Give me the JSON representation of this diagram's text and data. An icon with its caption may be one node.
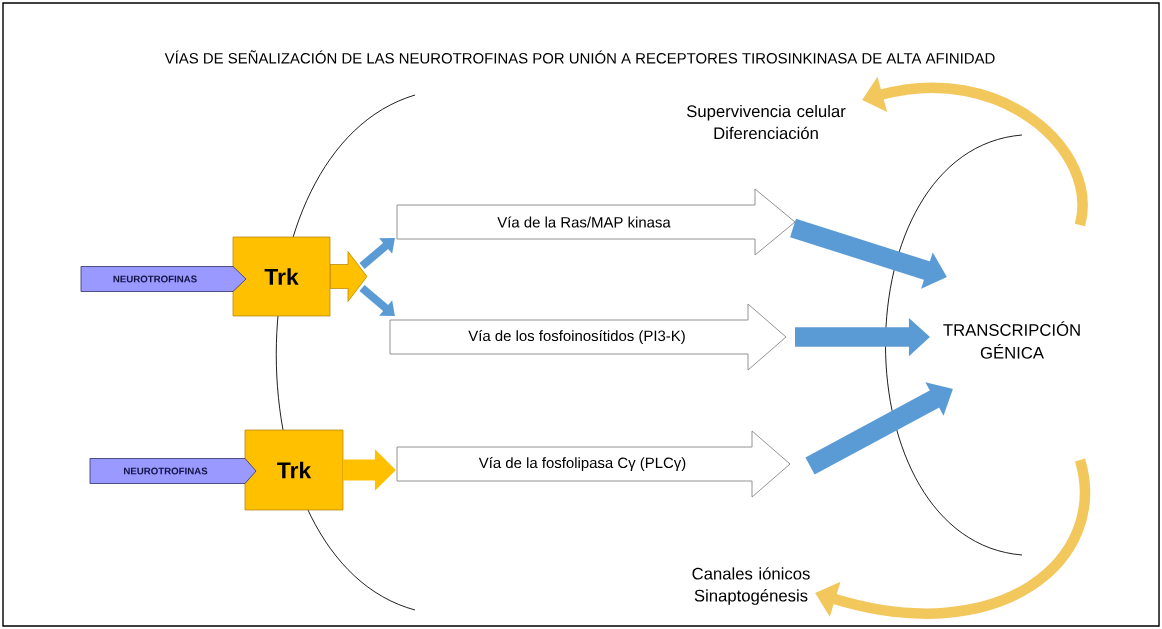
{
  "diagram": {
    "title": "VÍAS DE SEÑALIZACIÓN DE LAS NEUROTROFINAS POR UNIÓN A RECEPTORES TIROSINKINASA DE ALTA AFINIDAD",
    "nodes": [
      {
        "text": [
          "NEUROTROFINAS"
        ]
      },
      {
        "text": [
          "Trk"
        ]
      },
      {
        "text": [
          "NEUROTROFINAS"
        ]
      },
      {
        "text": [
          "Trk"
        ]
      },
      {
        "text": [
          "Vía de la Ras/MAP kinasa"
        ]
      },
      {
        "text": [
          "Vía de los fosfoinosítidos (PI3-K)"
        ]
      },
      {
        "text": [
          "Vía de la fosfolipasa Cγ (PLCγ)"
        ]
      },
      {
        "text": [
          "TRANSCRIPCIÓN GÉNICA"
        ]
      },
      {
        "text": [
          "Supervivencia celular",
          "Diferenciación"
        ]
      },
      {
        "text": [
          "Canales iónicos",
          "Sinaptogénesis"
        ]
      }
    ],
    "edges": [
      {
        "from": 1,
        "to": 4,
        "arrow": "to"
      },
      {
        "from": 1,
        "to": 5,
        "arrow": "to"
      },
      {
        "from": 3,
        "to": 6,
        "arrow": "to",
        "style": "thick",
        "color": "#ffc000"
      },
      {
        "from": 4,
        "to": 7,
        "arrow": "to",
        "style": "thick"
      },
      {
        "from": 5,
        "to": 7,
        "arrow": "to",
        "style": "thick"
      },
      {
        "from": 6,
        "to": 7,
        "arrow": "to",
        "style": "thick"
      },
      {
        "from": 7,
        "to": 8,
        "arrow": "to",
        "color": "#f2c75c"
      },
      {
        "from": 7,
        "to": 9,
        "arrow": "to",
        "color": "#f2c75c"
      }
    ]
  }
}
